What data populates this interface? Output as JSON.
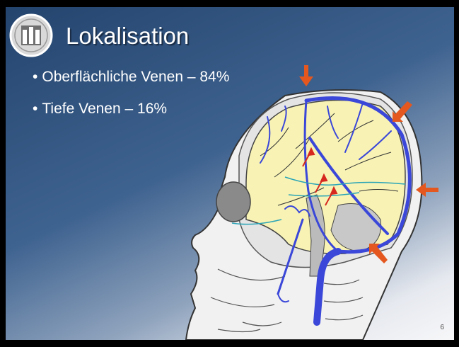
{
  "slide": {
    "title": "Lokalisation",
    "bullets": [
      "Oberflächliche Venen – 84%",
      "Tiefe Venen – 16%"
    ],
    "page_number": "6"
  },
  "colors": {
    "vein": "#3a47d8",
    "arrow": "#e4581f",
    "brain": "#f8f3b5"
  }
}
